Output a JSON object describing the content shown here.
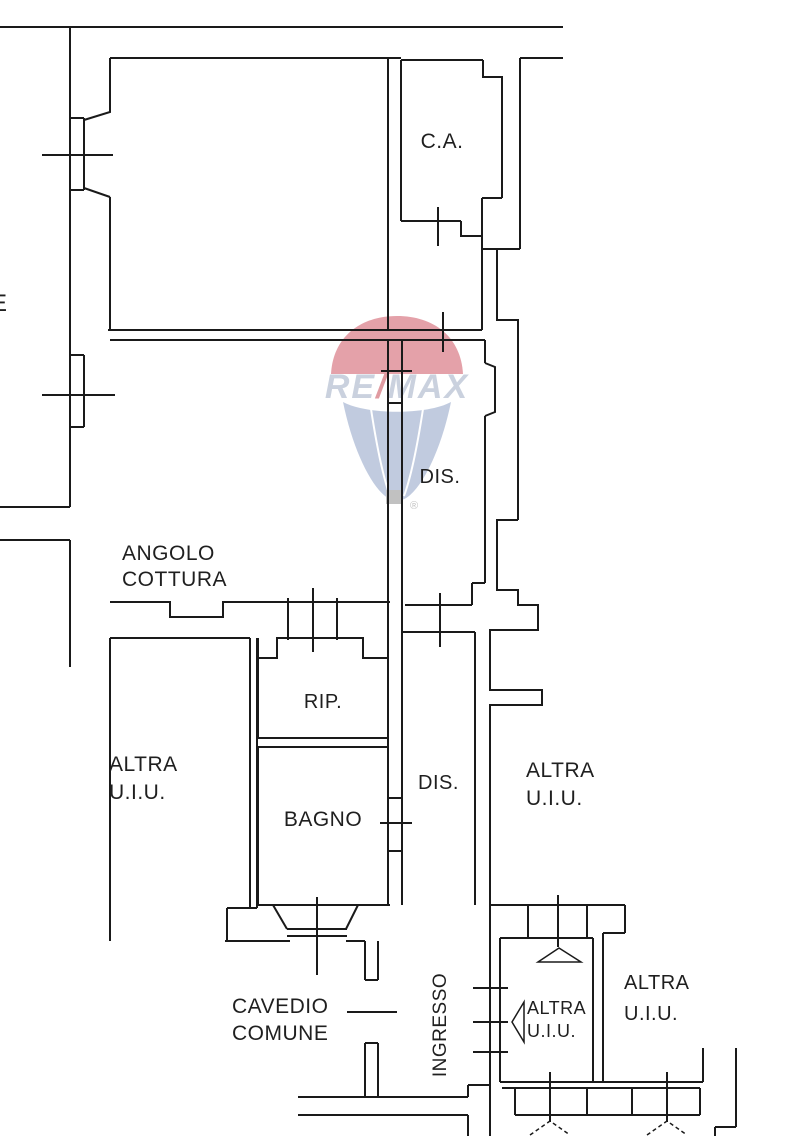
{
  "document": {
    "type": "floor-plan",
    "brand_watermark": "RE/MAX hot air balloon logo"
  },
  "watermark": {
    "re": "RE",
    "slash": "/",
    "max": "MAX",
    "registered": "®"
  },
  "labels": {
    "ca": "C.A.",
    "dis_upper": "DIS.",
    "angolo_cottura": "ANGOLO\nCOTTURA",
    "rip": "RIP.",
    "altra_left": "ALTRA\nU.I.U.",
    "bagno": "BAGNO",
    "dis_lower": "DIS.",
    "altra_right": "ALTRA\nU.I.U.",
    "cavedio": "CAVEDIO\nCOMUNE",
    "ingresso": "INGRESSO",
    "altra_small_room": "ALTRA\nU.I.U.",
    "altra_bottom_right": "ALTRA\nU.I.U.",
    "edge_fragment": "E"
  },
  "colors": {
    "line": "#1a1a1a",
    "background": "#ffffff",
    "balloon_red": "#cf5663",
    "balloon_blue": "#8fa2c6",
    "logo_text": "#9fadc4",
    "logo_slash": "#c84a55",
    "basket_gray": "#8f8f8f"
  }
}
